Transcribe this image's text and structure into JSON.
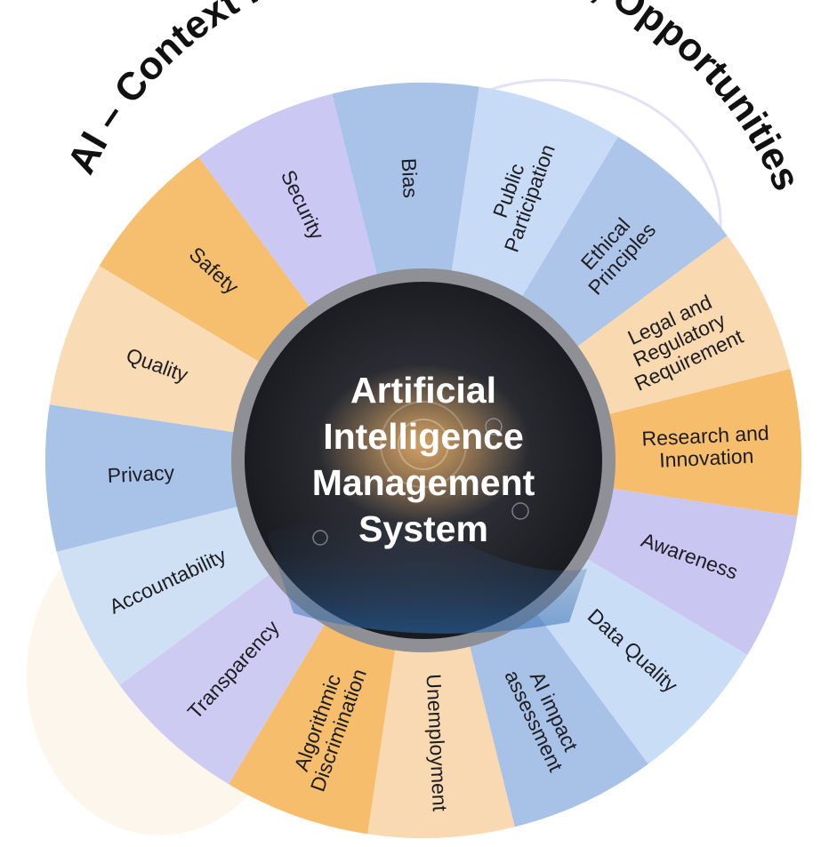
{
  "title": "AI – Context Issues, Challenges, Opportunities",
  "center": {
    "lines": [
      "Artificial",
      "Intelligence",
      "Management",
      "System"
    ]
  },
  "segments": [
    {
      "id": "bias",
      "lines": [
        "Bias"
      ],
      "color": "#a9c2e7"
    },
    {
      "id": "public-participation",
      "lines": [
        "Public",
        "Participation"
      ],
      "color": "#c7dbf6"
    },
    {
      "id": "ethical-principles",
      "lines": [
        "Ethical",
        "Principles"
      ],
      "color": "#adc5e9"
    },
    {
      "id": "legal-and-regulatory-requirement",
      "lines": [
        "Legal and",
        "Regulatory",
        "Requirement"
      ],
      "color": "#f9d9b0"
    },
    {
      "id": "research-and-innovation",
      "lines": [
        "Research and",
        "Innovation"
      ],
      "color": "#f6bd6c"
    },
    {
      "id": "awareness",
      "lines": [
        "Awareness"
      ],
      "color": "#c9c6f2"
    },
    {
      "id": "data-quality",
      "lines": [
        "Data Quality"
      ],
      "color": "#c9ddf6"
    },
    {
      "id": "ai-impact-assessment",
      "lines": [
        "AI impact",
        "assessment"
      ],
      "color": "#a8c1e6"
    },
    {
      "id": "unemployment",
      "lines": [
        "Unemployment"
      ],
      "color": "#f9d9b2"
    },
    {
      "id": "algorithmic-discrimination",
      "lines": [
        "Algorithmic",
        "Discrimination"
      ],
      "color": "#f6bd6c"
    },
    {
      "id": "transparency",
      "lines": [
        "Transparency"
      ],
      "color": "#cecbf3"
    },
    {
      "id": "accountability",
      "lines": [
        "Accountability"
      ],
      "color": "#cfe0f5"
    },
    {
      "id": "privacy",
      "lines": [
        "Privacy"
      ],
      "color": "#a9c2e7"
    },
    {
      "id": "quality",
      "lines": [
        "Quality"
      ],
      "color": "#f9dcb6"
    },
    {
      "id": "safety",
      "lines": [
        "Safety"
      ],
      "color": "#f6bf6f"
    },
    {
      "id": "security",
      "lines": [
        "Security"
      ],
      "color": "#cbc8f3"
    }
  ],
  "colors": {
    "ring_border": "#8f8f96",
    "center_dark": "#1f2228",
    "center_glow": "#d7a15e",
    "title_text": "#111111"
  }
}
